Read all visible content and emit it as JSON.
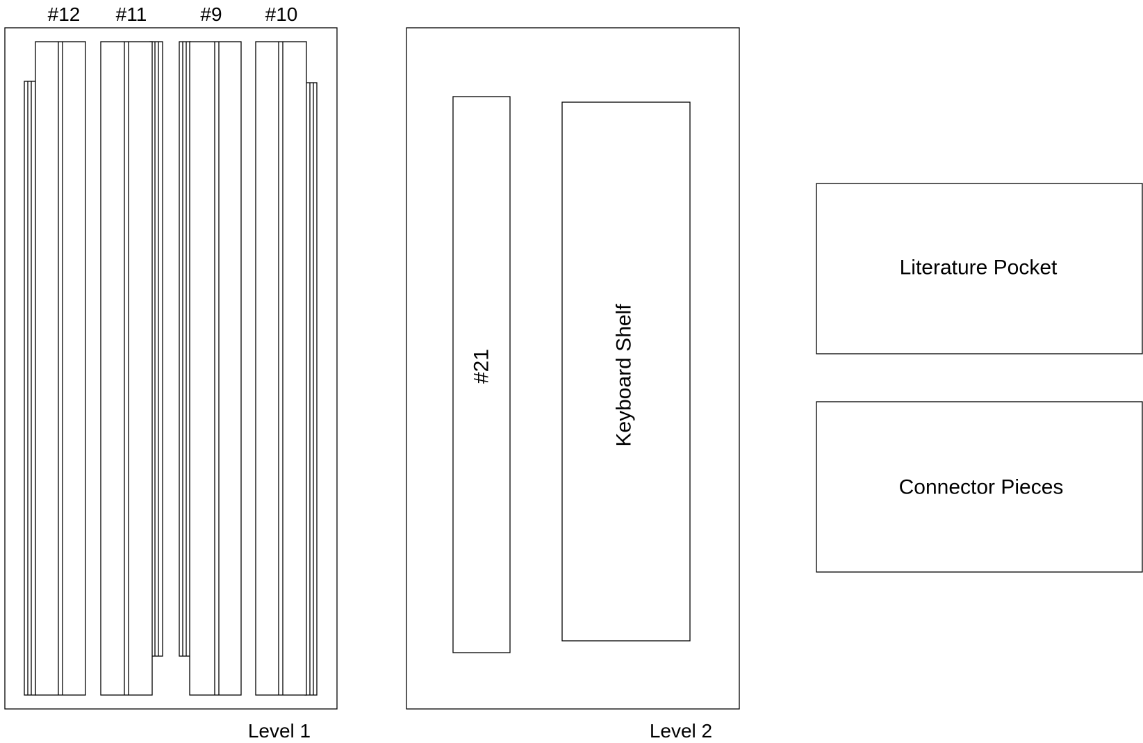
{
  "level1": {
    "label": "Level 1",
    "pieces": [
      {
        "id": "piece-12",
        "label": "#12"
      },
      {
        "id": "piece-11",
        "label": "#11"
      },
      {
        "id": "piece-9",
        "label": "#9"
      },
      {
        "id": "piece-10",
        "label": "#10"
      }
    ]
  },
  "level2": {
    "label": "Level 2",
    "piece_21": {
      "label": "#21"
    },
    "keyboard_shelf": {
      "label": "Keyboard Shelf"
    }
  },
  "extras": {
    "literature_pocket": {
      "label": "Literature Pocket"
    },
    "connector_pieces": {
      "label": "Connector Pieces"
    }
  },
  "colors": {
    "line": "#000000",
    "background": "#ffffff"
  }
}
